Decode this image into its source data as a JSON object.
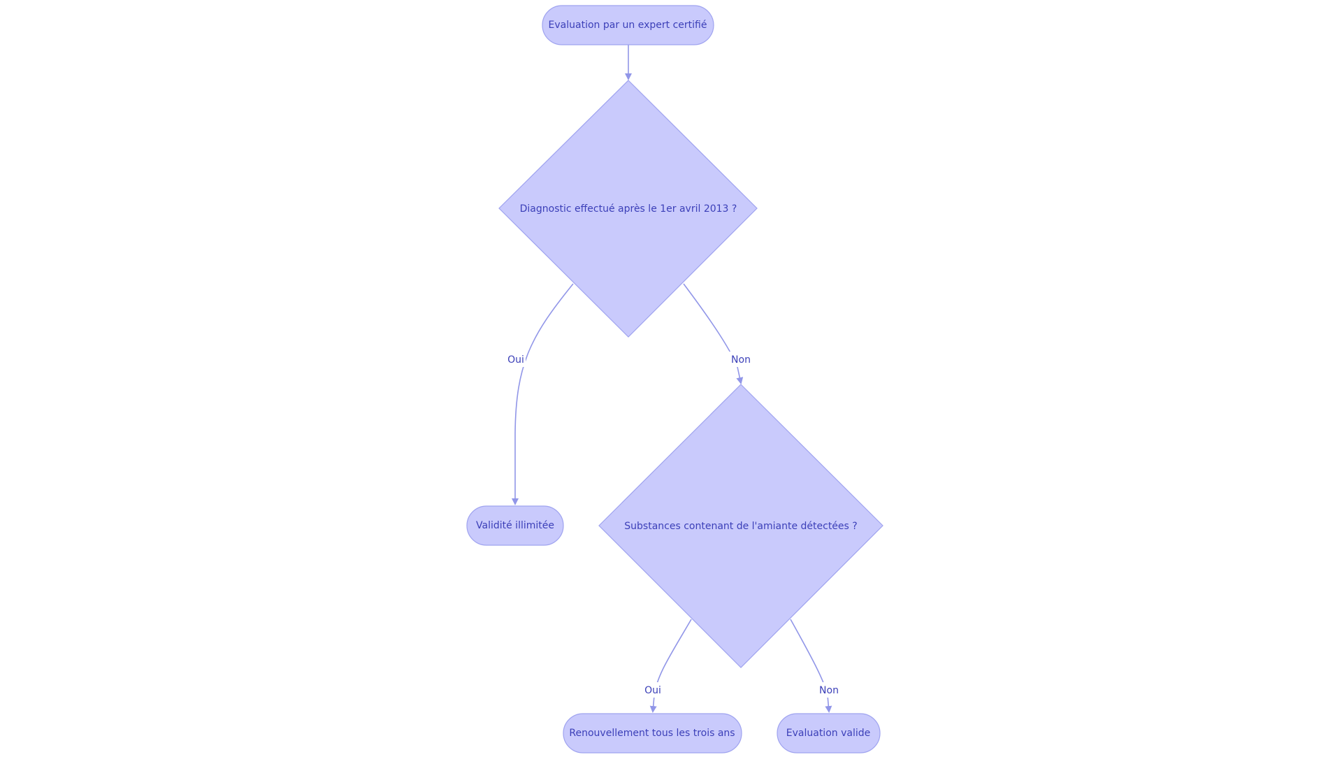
{
  "colors": {
    "node_fill": "#c9cafc",
    "node_stroke": "#9fa3ef",
    "edge": "#9196e8",
    "text": "#3b3fb8",
    "label_bg": "#ffffff"
  },
  "nodes": {
    "start": "Evaluation par un expert certifié",
    "decision_date": "Diagnostic effectué après le 1er avril 2013 ?",
    "unlimited": "Validité illimitée",
    "decision_asbestos": "Substances contenant de l'amiante détectées ?",
    "renewal": "Renouvellement tous les trois ans",
    "valid": "Evaluation valide"
  },
  "edges": {
    "date_yes": "Oui",
    "date_no": "Non",
    "asbestos_yes": "Oui",
    "asbestos_no": "Non"
  }
}
